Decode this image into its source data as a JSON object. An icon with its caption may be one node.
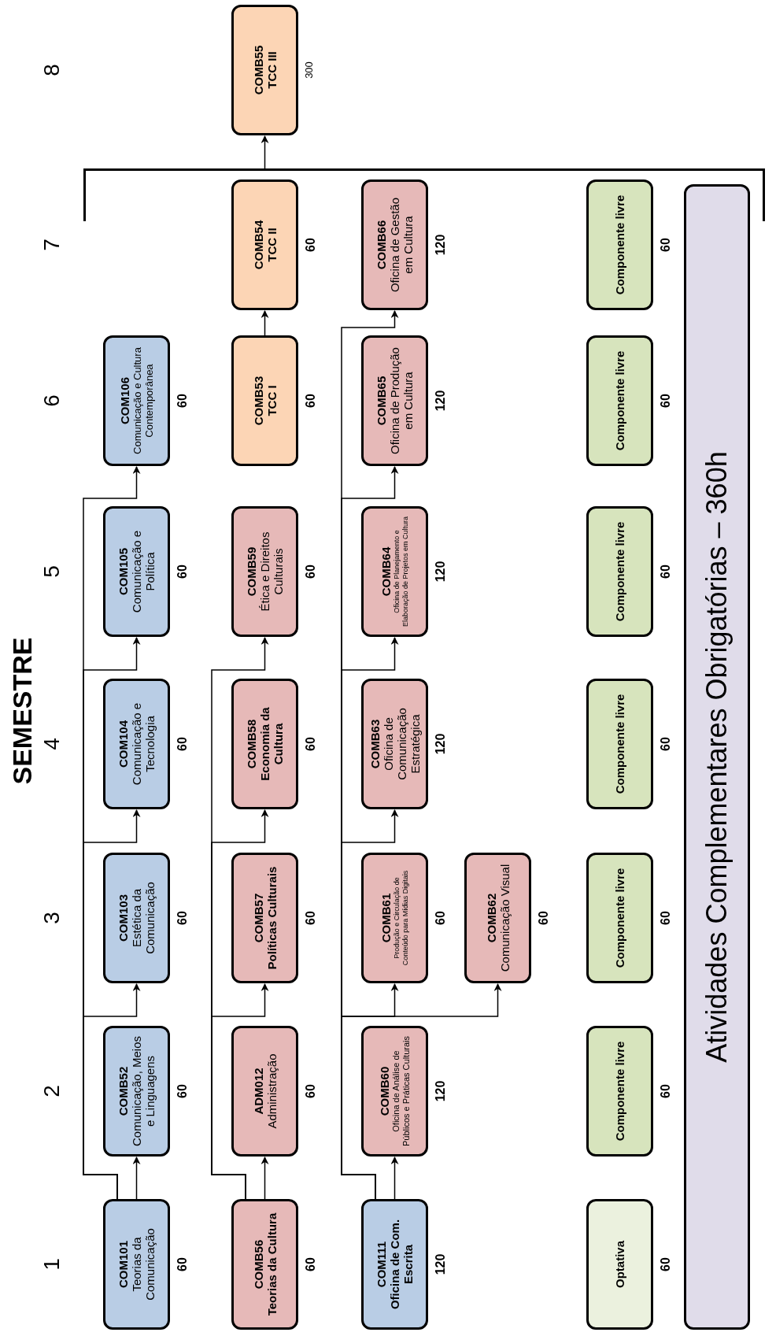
{
  "diagram": {
    "nodes": [
      {
        "text": [
          "COM101",
          "Teorias da Comunicação"
        ],
        "beside": [
          "60"
        ]
      },
      {
        "text": [
          "COMB52",
          "Comunicação, Meios e Linguagens"
        ],
        "beside": [
          "60"
        ]
      },
      {
        "text": [
          "COM103",
          "Estética da Comunicação"
        ],
        "beside": [
          "60"
        ]
      },
      {
        "text": [
          "COM104",
          "Comunicação e Tecnologia"
        ],
        "beside": [
          "60"
        ]
      },
      {
        "text": [
          "COM105",
          "Comunicação e Política"
        ],
        "beside": [
          "60"
        ]
      },
      {
        "text": [
          "COM106",
          "Comunicação e Cultura Contemporânea"
        ],
        "beside": [
          "60"
        ]
      },
      {
        "text": [
          "COMB56",
          "Teorias da Cultura"
        ],
        "beside": [
          "60"
        ]
      },
      {
        "text": [
          "ADM012",
          "Administração"
        ],
        "beside": [
          "60"
        ]
      },
      {
        "text": [
          "COMB57",
          "Políticas Culturais"
        ],
        "beside": [
          "60"
        ]
      },
      {
        "text": [
          "COMB58",
          "Economia da Cultura"
        ],
        "beside": [
          "60"
        ]
      },
      {
        "text": [
          "COMB59",
          "Ética e Direitos Culturais"
        ],
        "beside": [
          "60"
        ]
      },
      {
        "text": [
          "COMB53",
          "TCC I"
        ],
        "beside": [
          "60"
        ]
      },
      {
        "text": [
          "COMB54",
          "TCC II"
        ],
        "beside": [
          "60"
        ]
      },
      {
        "text": [
          "COM111",
          "Oficina de Com. Escrita"
        ],
        "beside": [
          "120"
        ]
      },
      {
        "text": [
          "COMB60",
          "Oficina de Análise de Públicos e Práticas Culturais"
        ],
        "beside": [
          "120"
        ]
      },
      {
        "text": [
          "COMB61",
          "Produção e Circulação de Conteúdo para Mídias Digitais"
        ],
        "beside": [
          "60"
        ]
      },
      {
        "text": [
          "COMB62",
          "Comunicação Visual"
        ],
        "beside": [
          "60"
        ]
      },
      {
        "text": [
          "COMB63",
          "Oficina de Comunicação Estratégica"
        ],
        "beside": [
          "120"
        ]
      },
      {
        "text": [
          "COMB64",
          "Oficina de Planejamento e Elaboração de Projetos em Cultura"
        ],
        "beside": [
          "120"
        ]
      },
      {
        "text": [
          "COMB65",
          "Oficina de Produção em Cultura"
        ],
        "beside": [
          "120"
        ]
      },
      {
        "text": [
          "COMB66",
          "Oficina de Gestão em Cultura"
        ],
        "beside": [
          "120"
        ]
      },
      {
        "text": [
          "Optativa"
        ],
        "beside": [
          "60"
        ]
      },
      {
        "text": [
          "Componente livre"
        ],
        "beside": [
          "60"
        ]
      },
      {
        "text": [
          "Componente livre"
        ],
        "beside": [
          "60"
        ]
      },
      {
        "text": [
          "Componente livre"
        ],
        "beside": [
          "60"
        ]
      },
      {
        "text": [
          "Componente livre"
        ],
        "beside": [
          "60"
        ]
      },
      {
        "text": [
          "Componente livre"
        ],
        "beside": [
          "60"
        ]
      },
      {
        "text": [
          "Componente livre"
        ],
        "beside": [
          "60"
        ]
      },
      {
        "text": [
          "Atividades Complementares Obrigatórias – 360h"
        ]
      },
      {
        "text": [],
        "shape": "bracket"
      },
      {
        "text": [
          "COMB55",
          "TCC III"
        ],
        "beside": [
          "300"
        ]
      }
    ],
    "edges": [
      {
        "from": 0,
        "to": 1,
        "arrow": "to"
      },
      {
        "from": 0,
        "to": 2,
        "arrow": "to"
      },
      {
        "from": 0,
        "to": 3,
        "arrow": "to"
      },
      {
        "from": 0,
        "to": 4,
        "arrow": "to"
      },
      {
        "from": 0,
        "to": 5,
        "arrow": "to"
      },
      {
        "from": 6,
        "to": 7,
        "arrow": "to"
      },
      {
        "from": 6,
        "to": 8,
        "arrow": "to"
      },
      {
        "from": 6,
        "to": 9,
        "arrow": "to"
      },
      {
        "from": 6,
        "to": 10,
        "arrow": "to"
      },
      {
        "from": 11,
        "to": 12,
        "arrow": "to"
      },
      {
        "from": 13,
        "to": 14,
        "arrow": "to"
      },
      {
        "from": 13,
        "to": 15,
        "arrow": "to"
      },
      {
        "from": 13,
        "to": 16,
        "arrow": "to"
      },
      {
        "from": 13,
        "to": 17,
        "arrow": "to"
      },
      {
        "from": 13,
        "to": 18,
        "arrow": "to"
      },
      {
        "from": 13,
        "to": 19,
        "arrow": "to"
      },
      {
        "from": 13,
        "to": 20,
        "arrow": "to"
      },
      {
        "from": 29,
        "to": 30,
        "arrow": "to"
      }
    ],
    "labels": [
      "SEMESTRE",
      "1",
      "2",
      "3",
      "4",
      "5",
      "6",
      "7",
      "8"
    ]
  }
}
